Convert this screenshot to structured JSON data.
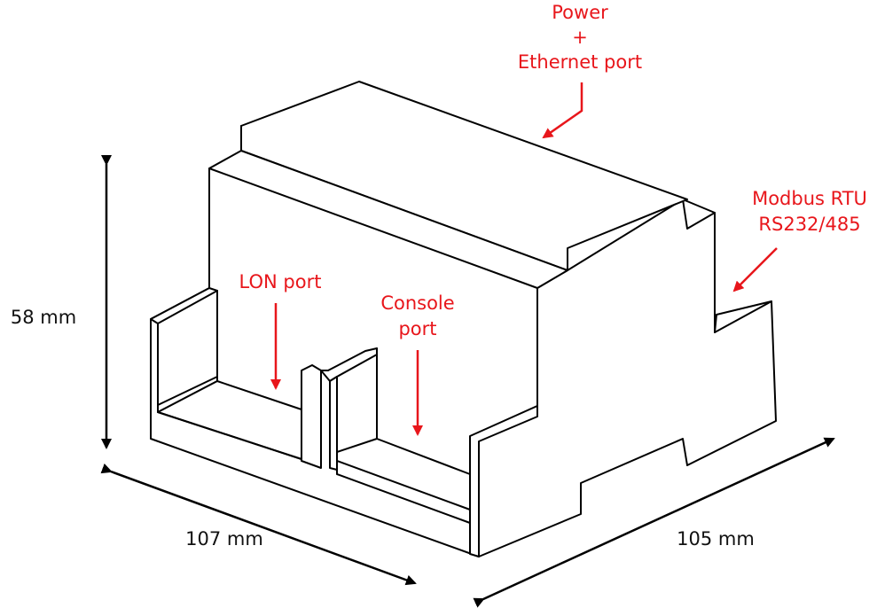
{
  "labels": {
    "power_line1": "Power",
    "power_line2": "+",
    "power_line3": "Ethernet port",
    "modbus_line1": "Modbus RTU",
    "modbus_line2": "RS232/485",
    "lon": "LON port",
    "console_line1": "Console",
    "console_line2": "port"
  },
  "dimensions": {
    "height": "58 mm",
    "width": "107 mm",
    "depth": "105 mm"
  },
  "colors": {
    "label_red": "#e8161b",
    "outline": "#000000"
  }
}
